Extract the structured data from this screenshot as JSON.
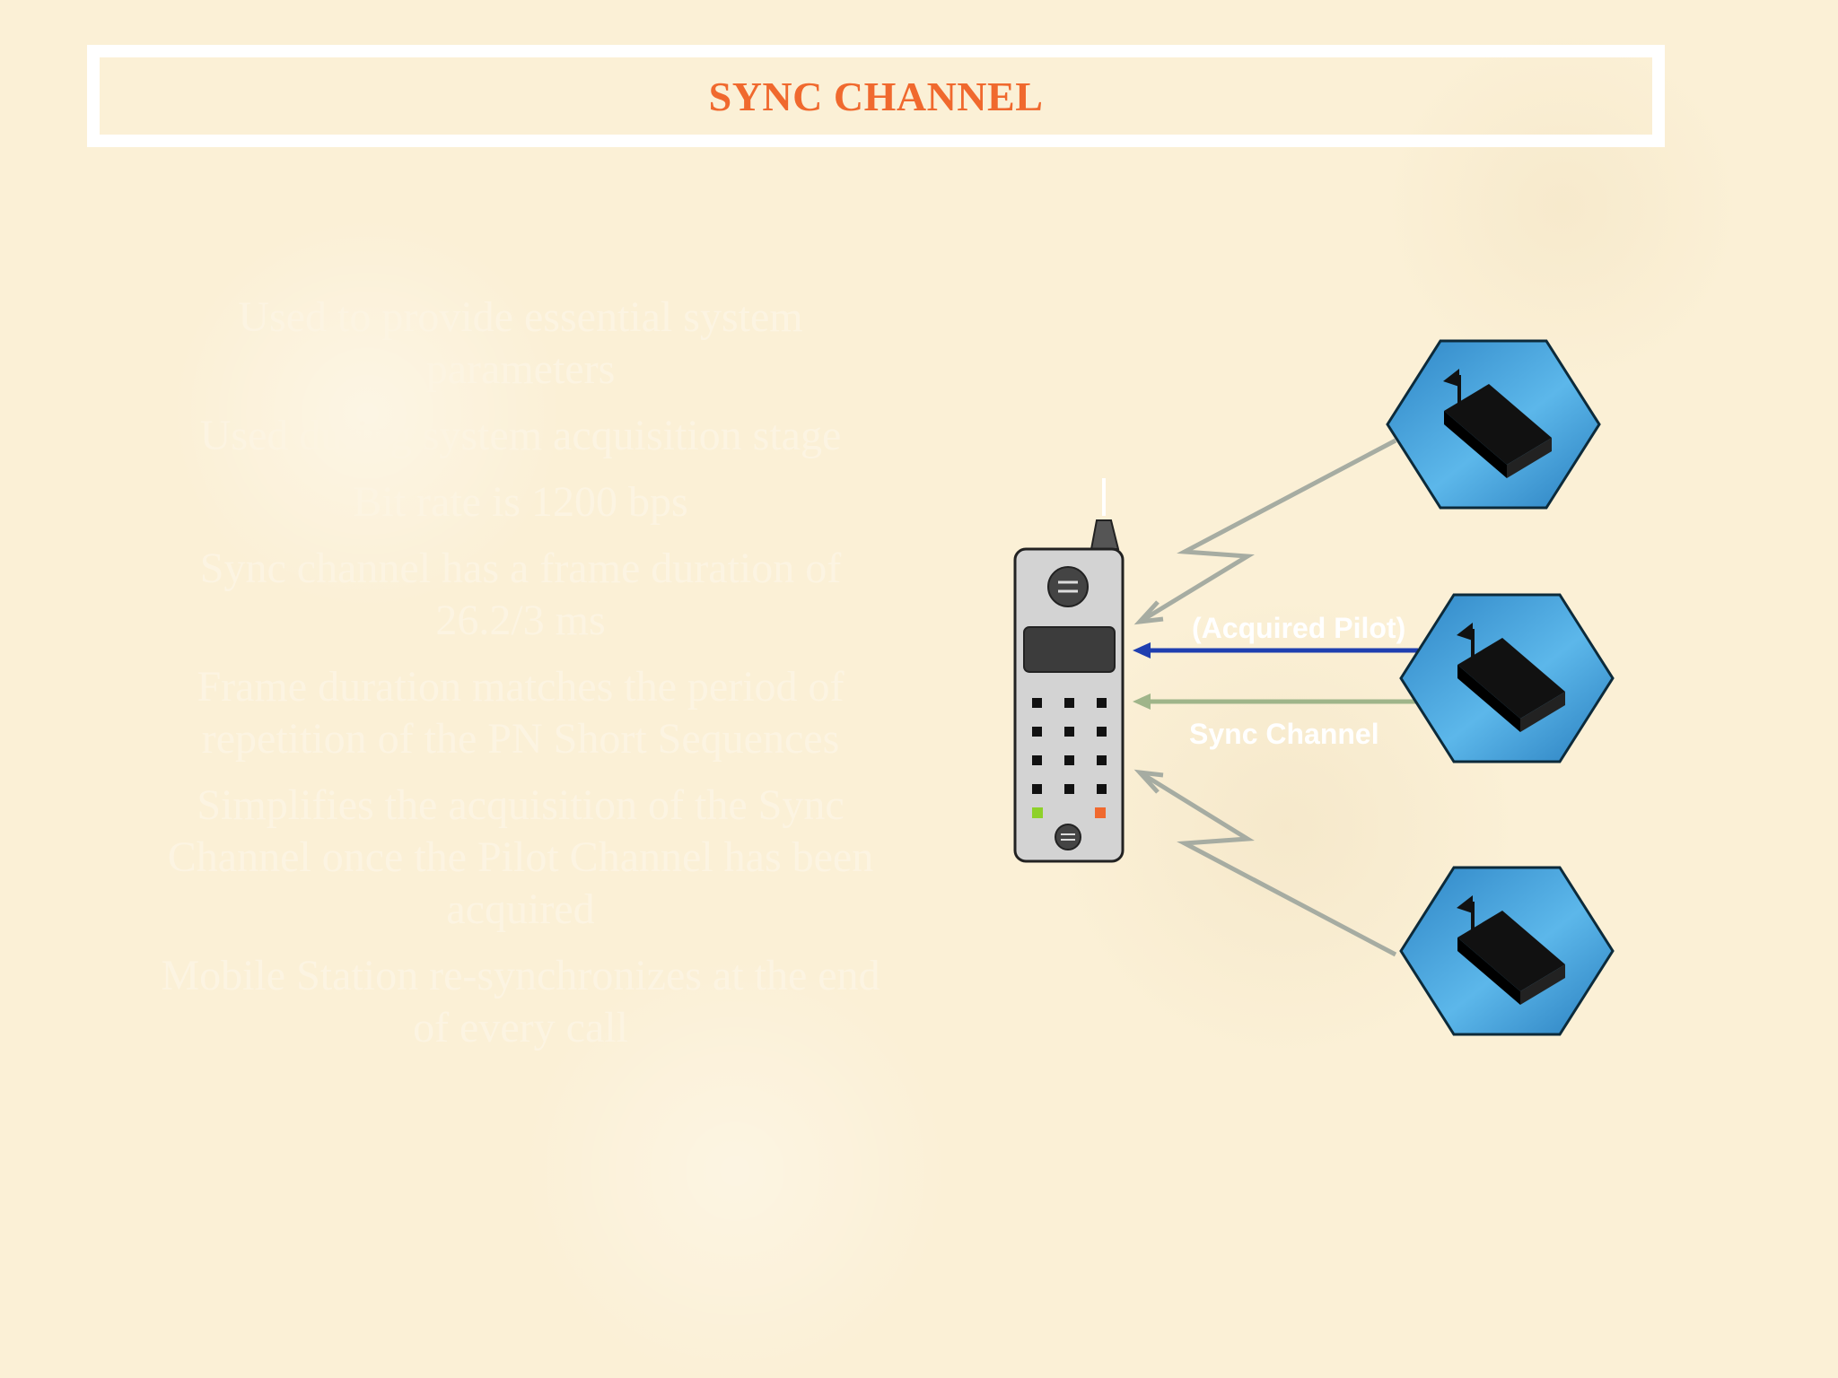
{
  "slide": {
    "title": "SYNC CHANNEL",
    "bullets": [
      "Used to provide essential system parameters",
      "Used during system acquisition stage",
      "Bit rate is 1200 bps",
      "Sync channel has a frame duration of 26.2/3 ms",
      "Frame duration matches the period of repetition of the PN Short Sequences",
      "Simplifies the acquisition of the Sync Channel once the Pilot Channel has been acquired",
      "Mobile Station re-synchronizes at the end of every call"
    ]
  },
  "diagram": {
    "labels": {
      "acquired_pilot": "(Acquired Pilot)",
      "sync_channel": "Sync Channel"
    },
    "colors": {
      "pilot_arrow": "#1f3fb0",
      "sync_arrow": "#9fb58a",
      "signal_zigzag": "#a6aca2",
      "cell_fill": "#4ea9de",
      "cell_stroke": "#0c2a3a",
      "accent_key_green": "#8ed12a",
      "accent_key_orange": "#f0692e"
    },
    "icons": [
      "mobile-phone-icon",
      "base-station-icon",
      "antenna-icon"
    ]
  }
}
